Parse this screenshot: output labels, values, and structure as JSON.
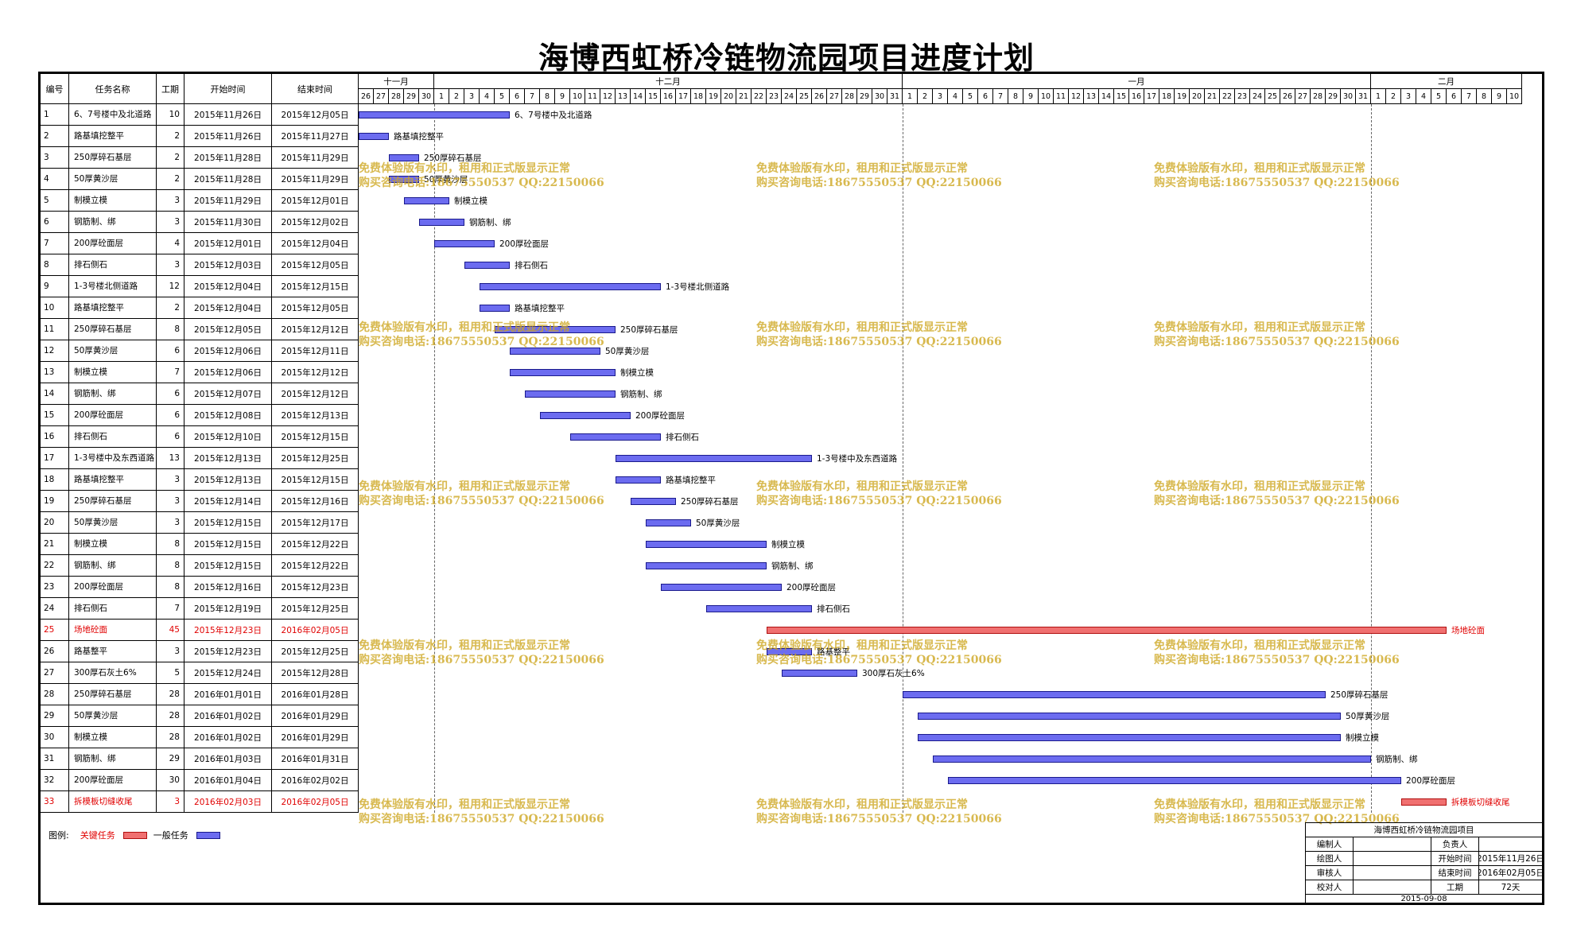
{
  "title": "海博西虹桥冷链物流园项目进度计划",
  "table_headers": {
    "id": "编号",
    "name": "任务名称",
    "duration": "工期",
    "start": "开始时间",
    "end": "结束时间"
  },
  "months": [
    {
      "label": "十一月"
    },
    {
      "label": "十二月"
    },
    {
      "label": "一月"
    },
    {
      "label": "二月"
    }
  ],
  "days": [
    "26",
    "27",
    "28",
    "29",
    "30",
    "1",
    "2",
    "3",
    "4",
    "5",
    "6",
    "7",
    "8",
    "9",
    "10",
    "11",
    "12",
    "13",
    "14",
    "15",
    "16",
    "17",
    "18",
    "19",
    "20",
    "21",
    "22",
    "23",
    "24",
    "25",
    "26",
    "27",
    "28",
    "29",
    "30",
    "31",
    "1",
    "2",
    "3",
    "4",
    "5",
    "6",
    "7",
    "8",
    "9",
    "10",
    "11",
    "12",
    "13",
    "14",
    "15",
    "16",
    "17",
    "18",
    "19",
    "20",
    "21",
    "22",
    "23",
    "24",
    "25",
    "26",
    "27",
    "28",
    "29",
    "30",
    "31",
    "1",
    "2",
    "3",
    "4",
    "5",
    "6",
    "7",
    "8",
    "9",
    "10"
  ],
  "watermark": {
    "line1": "免费体验版有水印，租用和正式版显示正常",
    "line2": "购买咨询电话:18675550537 QQ:22150066"
  },
  "legend": {
    "label": "图例:",
    "critical": "关键任务",
    "normal": "一般任务"
  },
  "info_block": {
    "project": "海博西虹桥冷链物流园项目",
    "editor": "编制人",
    "owner": "负责人",
    "drawer": "绘图人",
    "reviewer": "审核人",
    "checker": "校对人",
    "start_label": "开始时间",
    "start_value": "2015年11月26日",
    "end_label": "结束时间",
    "end_value": "2016年02月05日",
    "dur_label": "工期",
    "dur_value": "72天",
    "date": "2015-09-08"
  },
  "colors": {
    "normal_bar": "#6c6cf0",
    "critical_bar": "#f07070",
    "critical_text": "#e00000",
    "watermark": "#cda51e"
  },
  "chart_data": {
    "type": "gantt",
    "x_axis": {
      "start": "2015-11-26",
      "end": "2016-02-10"
    },
    "tasks": [
      {
        "id": "1",
        "name": "6、7号楼中及北道路",
        "dur": "10",
        "start": "2015年11月26日",
        "end": "2015年12月05日",
        "s": "2015-11-26",
        "e": "2015-12-05",
        "crit": false
      },
      {
        "id": "2",
        "name": "路基填挖整平",
        "dur": "2",
        "start": "2015年11月26日",
        "end": "2015年11月27日",
        "s": "2015-11-26",
        "e": "2015-11-27",
        "crit": false
      },
      {
        "id": "3",
        "name": "250厚碎石基层",
        "dur": "2",
        "start": "2015年11月28日",
        "end": "2015年11月29日",
        "s": "2015-11-28",
        "e": "2015-11-29",
        "crit": false
      },
      {
        "id": "4",
        "name": "50厚黄沙层",
        "dur": "2",
        "start": "2015年11月28日",
        "end": "2015年11月29日",
        "s": "2015-11-28",
        "e": "2015-11-29",
        "crit": false
      },
      {
        "id": "5",
        "name": "制模立模",
        "dur": "3",
        "start": "2015年11月29日",
        "end": "2015年12月01日",
        "s": "2015-11-29",
        "e": "2015-12-01",
        "crit": false
      },
      {
        "id": "6",
        "name": "钢筋制、绑",
        "dur": "3",
        "start": "2015年11月30日",
        "end": "2015年12月02日",
        "s": "2015-11-30",
        "e": "2015-12-02",
        "crit": false
      },
      {
        "id": "7",
        "name": "200厚砼面层",
        "dur": "4",
        "start": "2015年12月01日",
        "end": "2015年12月04日",
        "s": "2015-12-01",
        "e": "2015-12-04",
        "crit": false
      },
      {
        "id": "8",
        "name": "排石侧石",
        "dur": "3",
        "start": "2015年12月03日",
        "end": "2015年12月05日",
        "s": "2015-12-03",
        "e": "2015-12-05",
        "crit": false
      },
      {
        "id": "9",
        "name": "1-3号楼北侧道路",
        "dur": "12",
        "start": "2015年12月04日",
        "end": "2015年12月15日",
        "s": "2015-12-04",
        "e": "2015-12-15",
        "crit": false
      },
      {
        "id": "10",
        "name": "路基填挖整平",
        "dur": "2",
        "start": "2015年12月04日",
        "end": "2015年12月05日",
        "s": "2015-12-04",
        "e": "2015-12-05",
        "crit": false
      },
      {
        "id": "11",
        "name": "250厚碎石基层",
        "dur": "8",
        "start": "2015年12月05日",
        "end": "2015年12月12日",
        "s": "2015-12-05",
        "e": "2015-12-12",
        "crit": false
      },
      {
        "id": "12",
        "name": "50厚黄沙层",
        "dur": "6",
        "start": "2015年12月06日",
        "end": "2015年12月11日",
        "s": "2015-12-06",
        "e": "2015-12-11",
        "crit": false
      },
      {
        "id": "13",
        "name": "制模立模",
        "dur": "7",
        "start": "2015年12月06日",
        "end": "2015年12月12日",
        "s": "2015-12-06",
        "e": "2015-12-12",
        "crit": false
      },
      {
        "id": "14",
        "name": "钢筋制、绑",
        "dur": "6",
        "start": "2015年12月07日",
        "end": "2015年12月12日",
        "s": "2015-12-07",
        "e": "2015-12-12",
        "crit": false
      },
      {
        "id": "15",
        "name": "200厚砼面层",
        "dur": "6",
        "start": "2015年12月08日",
        "end": "2015年12月13日",
        "s": "2015-12-08",
        "e": "2015-12-13",
        "crit": false
      },
      {
        "id": "16",
        "name": "排石侧石",
        "dur": "6",
        "start": "2015年12月10日",
        "end": "2015年12月15日",
        "s": "2015-12-10",
        "e": "2015-12-15",
        "crit": false
      },
      {
        "id": "17",
        "name": "1-3号楼中及东西道路",
        "dur": "13",
        "start": "2015年12月13日",
        "end": "2015年12月25日",
        "s": "2015-12-13",
        "e": "2015-12-25",
        "crit": false
      },
      {
        "id": "18",
        "name": "路基填挖整平",
        "dur": "3",
        "start": "2015年12月13日",
        "end": "2015年12月15日",
        "s": "2015-12-13",
        "e": "2015-12-15",
        "crit": false
      },
      {
        "id": "19",
        "name": "250厚碎石基层",
        "dur": "3",
        "start": "2015年12月14日",
        "end": "2015年12月16日",
        "s": "2015-12-14",
        "e": "2015-12-16",
        "crit": false
      },
      {
        "id": "20",
        "name": "50厚黄沙层",
        "dur": "3",
        "start": "2015年12月15日",
        "end": "2015年12月17日",
        "s": "2015-12-15",
        "e": "2015-12-17",
        "crit": false
      },
      {
        "id": "21",
        "name": "制模立模",
        "dur": "8",
        "start": "2015年12月15日",
        "end": "2015年12月22日",
        "s": "2015-12-15",
        "e": "2015-12-22",
        "crit": false
      },
      {
        "id": "22",
        "name": "钢筋制、绑",
        "dur": "8",
        "start": "2015年12月15日",
        "end": "2015年12月22日",
        "s": "2015-12-15",
        "e": "2015-12-22",
        "crit": false
      },
      {
        "id": "23",
        "name": "200厚砼面层",
        "dur": "8",
        "start": "2015年12月16日",
        "end": "2015年12月23日",
        "s": "2015-12-16",
        "e": "2015-12-23",
        "crit": false
      },
      {
        "id": "24",
        "name": "排石侧石",
        "dur": "7",
        "start": "2015年12月19日",
        "end": "2015年12月25日",
        "s": "2015-12-19",
        "e": "2015-12-25",
        "crit": false
      },
      {
        "id": "25",
        "name": "场地砼面",
        "dur": "45",
        "start": "2015年12月23日",
        "end": "2016年02月05日",
        "s": "2015-12-23",
        "e": "2016-02-05",
        "crit": true
      },
      {
        "id": "26",
        "name": "路基整平",
        "dur": "3",
        "start": "2015年12月23日",
        "end": "2015年12月25日",
        "s": "2015-12-23",
        "e": "2015-12-25",
        "crit": false
      },
      {
        "id": "27",
        "name": "300厚石灰土6%",
        "dur": "5",
        "start": "2015年12月24日",
        "end": "2015年12月28日",
        "s": "2015-12-24",
        "e": "2015-12-28",
        "crit": false
      },
      {
        "id": "28",
        "name": "250厚碎石基层",
        "dur": "28",
        "start": "2016年01月01日",
        "end": "2016年01月28日",
        "s": "2016-01-01",
        "e": "2016-01-28",
        "crit": false
      },
      {
        "id": "29",
        "name": "50厚黄沙层",
        "dur": "28",
        "start": "2016年01月02日",
        "end": "2016年01月29日",
        "s": "2016-01-02",
        "e": "2016-01-29",
        "crit": false
      },
      {
        "id": "30",
        "name": "制模立模",
        "dur": "28",
        "start": "2016年01月02日",
        "end": "2016年01月29日",
        "s": "2016-01-02",
        "e": "2016-01-29",
        "crit": false
      },
      {
        "id": "31",
        "name": "钢筋制、绑",
        "dur": "29",
        "start": "2016年01月03日",
        "end": "2016年01月31日",
        "s": "2016-01-03",
        "e": "2016-01-31",
        "crit": false
      },
      {
        "id": "32",
        "name": "200厚砼面层",
        "dur": "30",
        "start": "2016年01月04日",
        "end": "2016年02月02日",
        "s": "2016-01-04",
        "e": "2016-02-02",
        "crit": false
      },
      {
        "id": "33",
        "name": "拆模板切缝收尾",
        "dur": "3",
        "start": "2016年02月03日",
        "end": "2016年02月05日",
        "s": "2016-02-03",
        "e": "2016-02-05",
        "crit": true
      }
    ]
  }
}
